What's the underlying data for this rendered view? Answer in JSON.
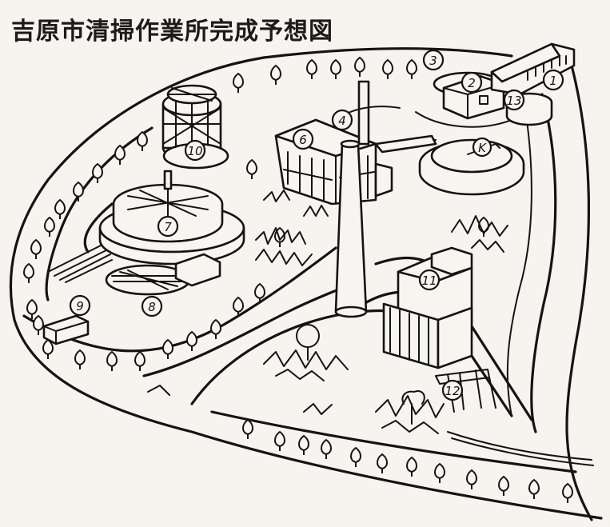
{
  "title": "吉原市清掃作業所完成予想図",
  "labels": [
    "1",
    "2",
    "3",
    "4",
    "6",
    "7",
    "8",
    "9",
    "10",
    "11",
    "12",
    "13"
  ],
  "label_k": "K"
}
